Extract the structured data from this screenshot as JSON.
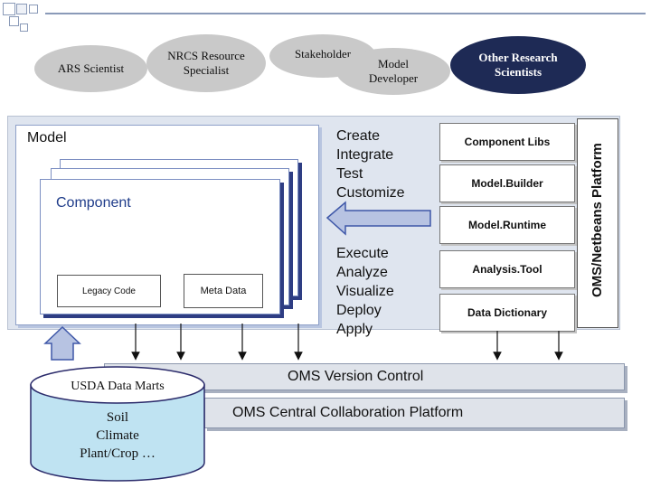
{
  "stakeholders": {
    "ars_scientist": "ARS Scientist",
    "nrcs_specialist": "NRCS Resource Specialist",
    "stakeholder": "Stakeholder",
    "model_developer": "Model Developer",
    "other_scientists": "Other Research Scientists"
  },
  "model": {
    "title": "Model",
    "component": "Component",
    "legacy_code": "Legacy Code",
    "meta_data": "Meta Data"
  },
  "steps": {
    "create": "Create",
    "integrate": "Integrate",
    "test": "Test",
    "customize": "Customize",
    "execute": "Execute",
    "analyze": "Analyze",
    "visualize": "Visualize",
    "deploy": "Deploy",
    "apply": "Apply"
  },
  "platform": {
    "label": "OMS/Netbeans Platform",
    "tools": [
      "Component Libs",
      "Model.Builder",
      "Model.Runtime",
      "Analysis.Tool",
      "Data Dictionary"
    ]
  },
  "bars": {
    "version_control": "OMS Version Control",
    "collaboration": "OMS Central Collaboration Platform"
  },
  "database": {
    "title": "USDA Data Marts",
    "line1": "Soil",
    "line2": "Climate",
    "line3": "Plant/Crop …"
  },
  "colors": {
    "ellipse": "#c9c9c9",
    "ellipse_dark": "#1e2a55",
    "model_area": "#dfe5ef",
    "database": "#bfe3f2",
    "shadow": "#2e3d83"
  }
}
